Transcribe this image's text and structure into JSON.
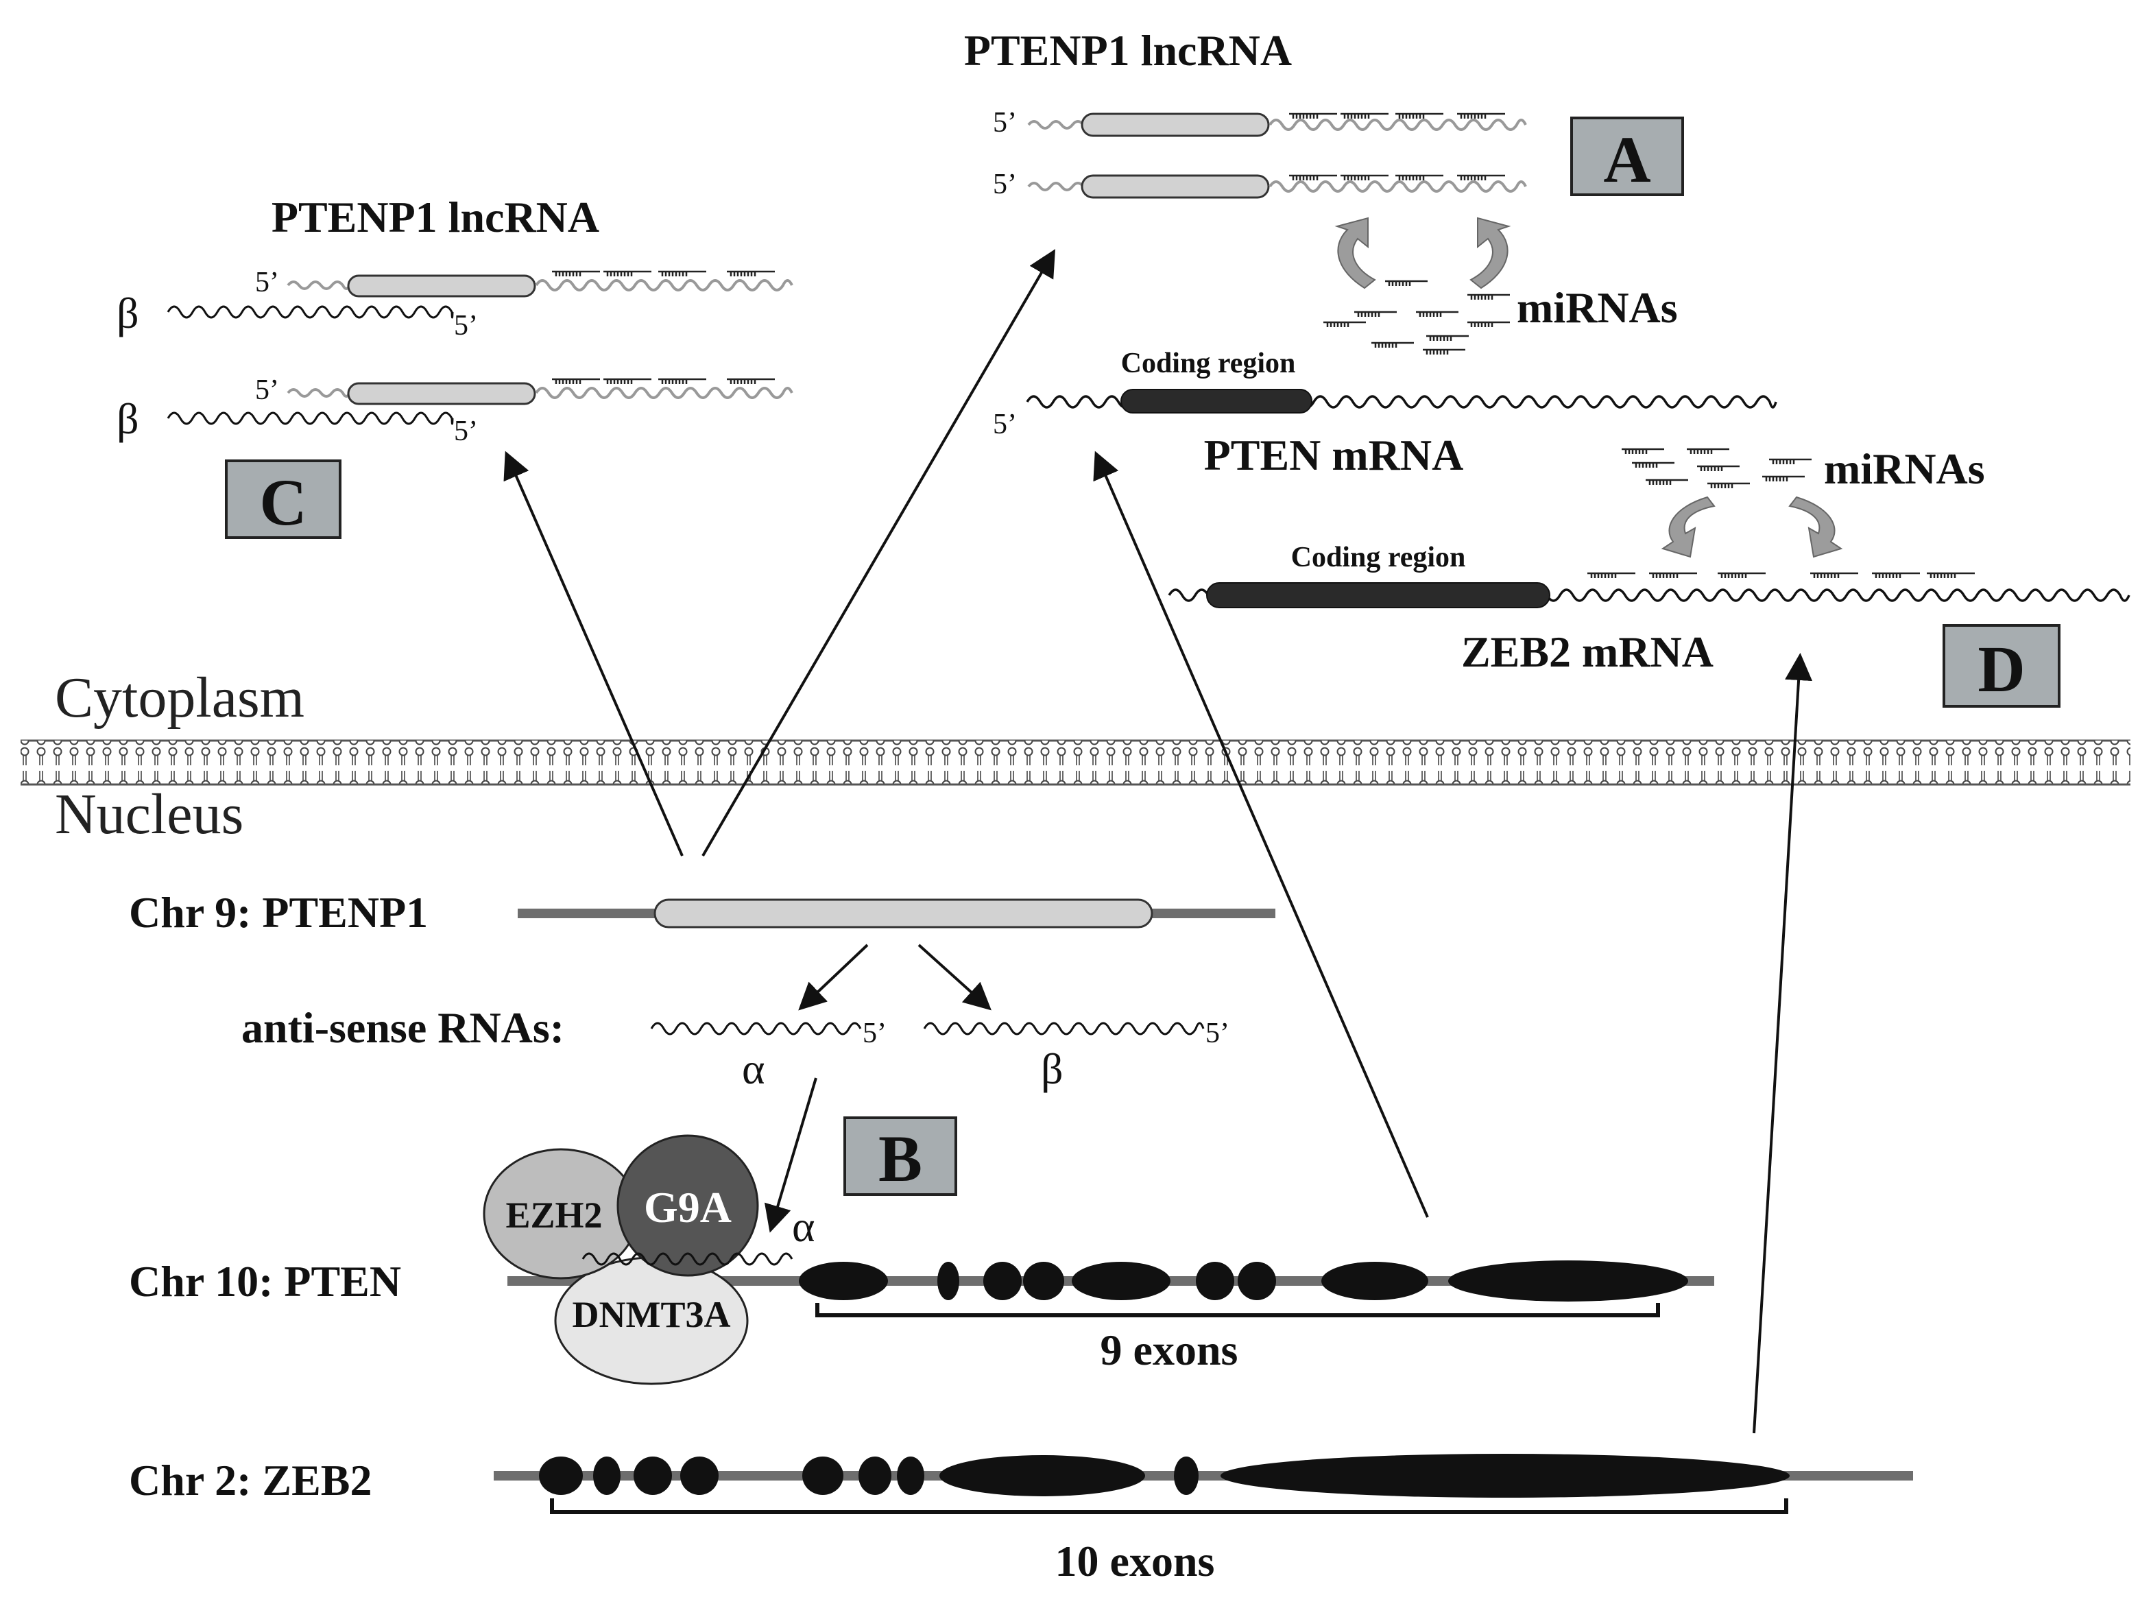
{
  "compartments": {
    "cytoplasm": "Cytoplasm",
    "nucleus": "Nucleus"
  },
  "chromosomes": {
    "chr9": "Chr 9: PTENP1",
    "chr10": "Chr 10: PTEN",
    "chr2": "Chr 2: ZEB2"
  },
  "antisense": {
    "label": "anti-sense RNAs:",
    "alpha": "α",
    "beta": "β",
    "alpha_bind": "α"
  },
  "five_prime": "5’",
  "proteins": {
    "ezh2": "EZH2",
    "g9a": "G9A",
    "dnmt3a": "DNMT3A"
  },
  "exons": {
    "pten": "9 exons",
    "zeb2": "10 exons"
  },
  "panels": {
    "A": {
      "letter": "A",
      "title": "PTENP1 lncRNA",
      "mirna": "miRNAs"
    },
    "B": {
      "letter": "B"
    },
    "C": {
      "letter": "C",
      "title": "PTENP1 lncRNA",
      "beta": "β"
    },
    "D": {
      "letter": "D",
      "mirna": "miRNAs"
    }
  },
  "mrna": {
    "pten": {
      "name": "PTEN mRNA",
      "coding": "Coding region"
    },
    "zeb2": {
      "name": "ZEB2 mRNA",
      "coding": "Coding region"
    }
  },
  "colors": {
    "lightgray": "#d2d2d2",
    "darkgray": "#2a2a2a",
    "boxfill": "#a7adb0",
    "line": "#6e6e6e"
  }
}
